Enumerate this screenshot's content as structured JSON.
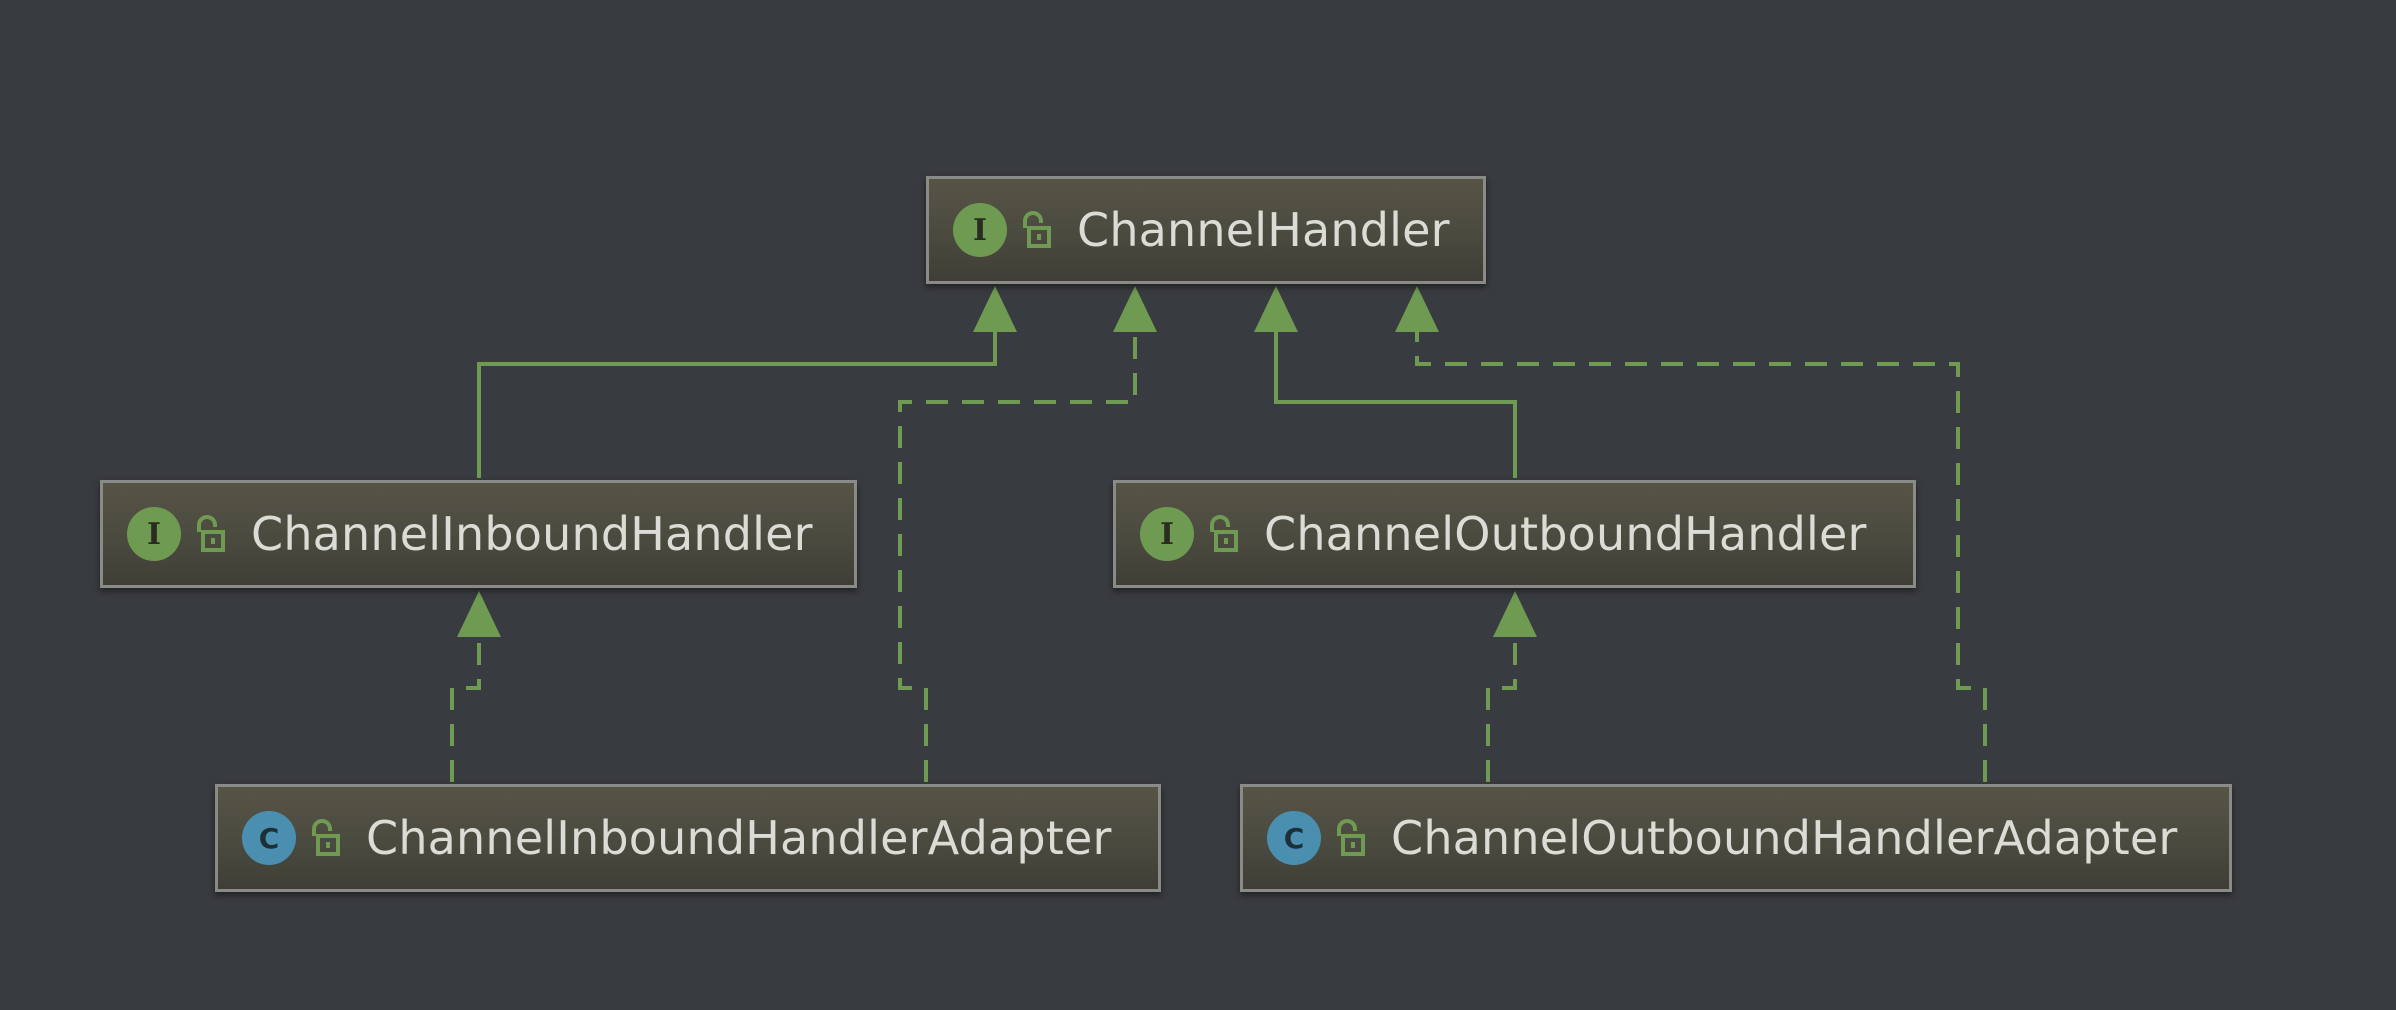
{
  "diagram": {
    "type": "uml-class-hierarchy",
    "nodes": [
      {
        "id": "channel-handler",
        "kind": "interface",
        "kind_glyph": "I",
        "label": "ChannelHandler"
      },
      {
        "id": "channel-inbound-handler",
        "kind": "interface",
        "kind_glyph": "I",
        "label": "ChannelInboundHandler"
      },
      {
        "id": "channel-outbound-handler",
        "kind": "interface",
        "kind_glyph": "I",
        "label": "ChannelOutboundHandler"
      },
      {
        "id": "channel-inbound-handler-adapter",
        "kind": "class",
        "kind_glyph": "C",
        "label": "ChannelInboundHandlerAdapter"
      },
      {
        "id": "channel-outbound-handler-adapter",
        "kind": "class",
        "kind_glyph": "C",
        "label": "ChannelOutboundHandlerAdapter"
      }
    ],
    "edges": [
      {
        "from": "channel-inbound-handler",
        "to": "channel-handler",
        "relation": "extends",
        "style": "solid"
      },
      {
        "from": "channel-inbound-handler-adapter",
        "to": "channel-handler",
        "relation": "implements",
        "style": "dashed"
      },
      {
        "from": "channel-outbound-handler",
        "to": "channel-handler",
        "relation": "extends",
        "style": "solid"
      },
      {
        "from": "channel-outbound-handler-adapter",
        "to": "channel-handler",
        "relation": "implements",
        "style": "dashed"
      },
      {
        "from": "channel-inbound-handler-adapter",
        "to": "channel-inbound-handler",
        "relation": "implements",
        "style": "dashed"
      },
      {
        "from": "channel-outbound-handler-adapter",
        "to": "channel-outbound-handler",
        "relation": "implements",
        "style": "dashed"
      }
    ],
    "colors": {
      "background": "#383b3f",
      "edge": "#6f9a52",
      "interface_badge": "#6f9a52",
      "class_badge": "#4a8fb0",
      "node_border": "#8a8b86",
      "node_text": "#dcdcd6"
    }
  }
}
